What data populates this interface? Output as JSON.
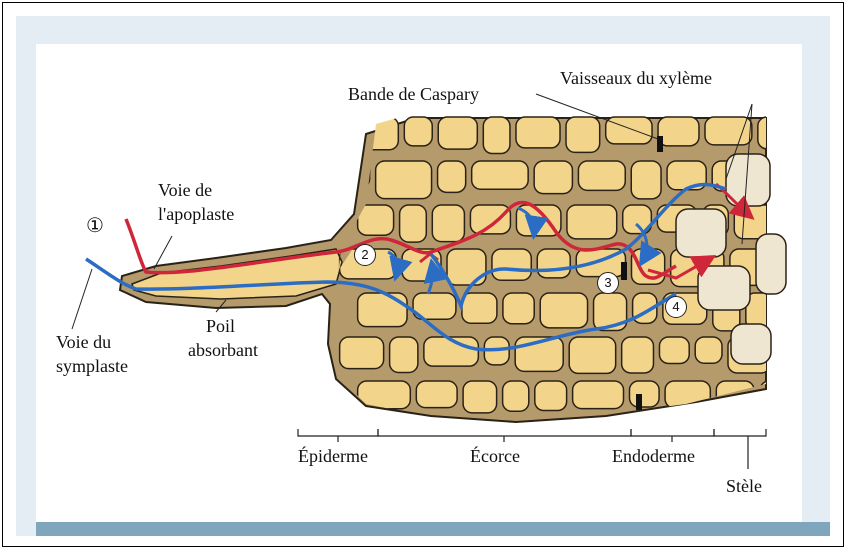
{
  "diagram": {
    "labels": {
      "caspary": "Bande de Caspary",
      "xylem": "Vaisseaux du xylème",
      "apoplast_line1": "Voie de",
      "apoplast_line2": "l'apoplaste",
      "symplast_line1": "Voie du",
      "symplast_line2": "symplaste",
      "root_hair_line1": "Poil",
      "root_hair_line2": "absorbant",
      "epidermis": "Épiderme",
      "cortex": "Écorce",
      "endodermis": "Endoderme",
      "stele": "Stèle"
    },
    "steps": [
      "①",
      "2",
      "3",
      "4"
    ],
    "colors": {
      "cell_fill": "#f2d58a",
      "cell_wall": "#b59a6c",
      "outline": "#2a2217",
      "apoplast_path": "#d0263a",
      "symplast_path": "#2b6cc4",
      "caspary_band": "#111111",
      "stele_cell": "#efe6d2",
      "slide_bg": "#e4edf3",
      "slide_bar": "#7fa6bc"
    }
  }
}
